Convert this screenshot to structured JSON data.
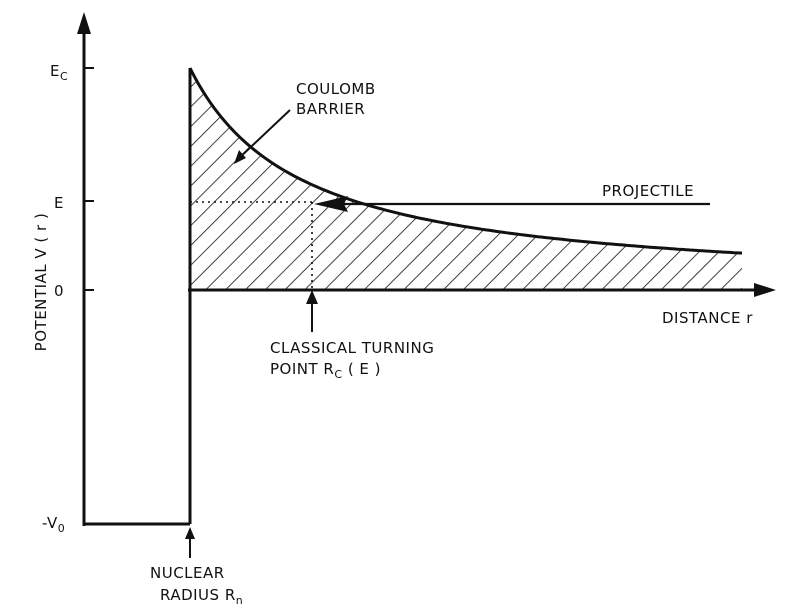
{
  "labels": {
    "y_axis": "POTENTIAL  V ( r )",
    "x_axis": "DISTANCE  r",
    "ec_main": "E",
    "ec_sub": "C",
    "e": "E",
    "zero": "0",
    "v0_main": "-V",
    "v0_sub": "0",
    "coulomb_line1": "COULOMB",
    "coulomb_line2": "BARRIER",
    "projectile": "PROJECTILE",
    "turning_line1": "CLASSICAL  TURNING",
    "turning_line2_a": "POINT  R",
    "turning_line2_sub": "C",
    "turning_line2_b": " ( E )",
    "nuclear_line1": "NUCLEAR",
    "nuclear_line2_a": "RADIUS R",
    "nuclear_line2_sub": "n"
  }
}
